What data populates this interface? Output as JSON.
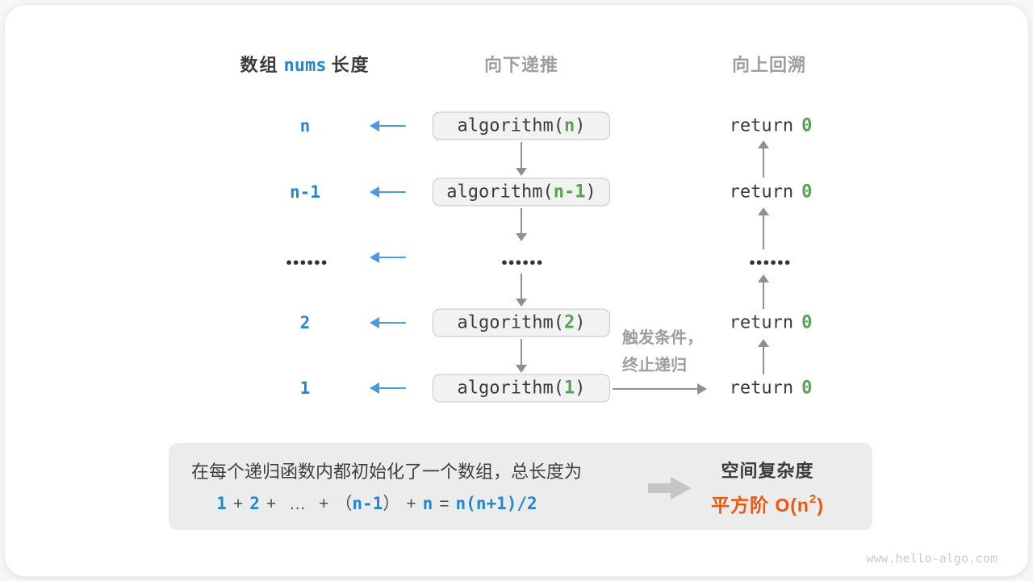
{
  "headers": {
    "array_prefix": "数组",
    "array_code": "nums",
    "array_suffix": "长度",
    "recurse_down": "向下递推",
    "backtrack_up": "向上回溯"
  },
  "rows": [
    {
      "length": "n",
      "call_prefix": "algorithm(",
      "arg": "n",
      "call_suffix": ")",
      "return_kw": "return",
      "return_val": "0"
    },
    {
      "length": "n-1",
      "call_prefix": "algorithm(",
      "arg": "n-1",
      "call_suffix": ")",
      "return_kw": "return",
      "return_val": "0"
    },
    {
      "length_dots": "••••••",
      "call_dots": "••••••",
      "return_dots": "••••••"
    },
    {
      "length": "2",
      "call_prefix": "algorithm(",
      "arg": "2",
      "call_suffix": ")",
      "return_kw": "return",
      "return_val": "0"
    },
    {
      "length": "1",
      "call_prefix": "algorithm(",
      "arg": "1",
      "call_suffix": ")",
      "return_kw": "return",
      "return_val": "0"
    }
  ],
  "annotation": {
    "line1": "触发条件，",
    "line2": "终止递归"
  },
  "summary": {
    "description": "在每个递归函数内都初始化了一个数组，总长度为",
    "formula": {
      "t1": "1",
      "o1": "+",
      "t2": "2",
      "o2": "+",
      "t3": "…",
      "o3": "+",
      "p_open": "（",
      "t4": "n-1",
      "p_close": "）",
      "o4": "+",
      "t5": "n",
      "o5": "=",
      "t6": "n(n+1)/2"
    },
    "result_title": "空间复杂度",
    "result_prefix": "平方阶 O(n",
    "result_sup": "2",
    "result_close": ")"
  },
  "watermark": "www.hello-algo.com",
  "colors": {
    "blue": "#2386d3",
    "green": "#56a156",
    "orange": "#eb570e",
    "dark_text": "#3b3b3b",
    "gray_text": "#9e9e9e",
    "box_fill": "#f2f2f2",
    "box_border": "#c6c6c6",
    "summary_fill": "#ececec"
  }
}
